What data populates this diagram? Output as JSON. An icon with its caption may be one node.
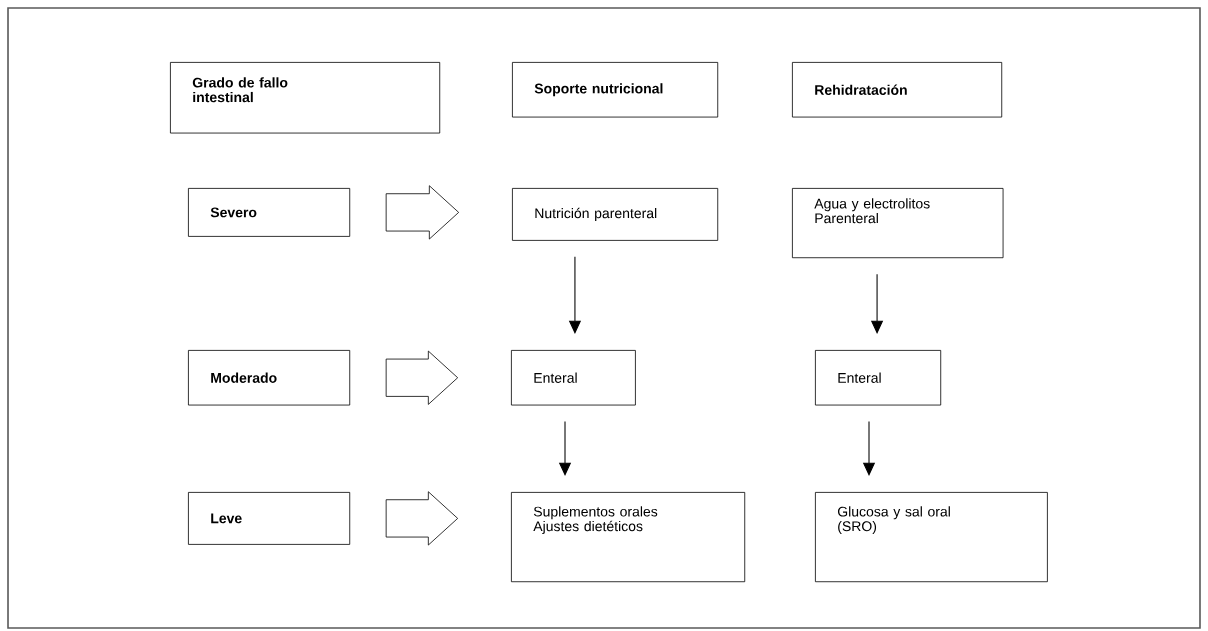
{
  "diagram": {
    "nodes": [
      {
        "text": [
          "Grado de fallo intestinal"
        ]
      },
      {
        "text": [
          "Soporte nutricional"
        ]
      },
      {
        "text": [
          "Rehidratación"
        ]
      },
      {
        "text": [
          "Severo"
        ]
      },
      {
        "text": [
          "Nutrición parenteral"
        ]
      },
      {
        "text": [
          "Agua y electrolitos Parenteral"
        ]
      },
      {
        "text": [
          "Moderado"
        ]
      },
      {
        "text": [
          "Enteral"
        ]
      },
      {
        "text": [
          "Enteral"
        ]
      },
      {
        "text": [
          "Leve"
        ]
      },
      {
        "text": [
          "Suplementos orales Ajustes dietéticos"
        ]
      },
      {
        "text": [
          "Glucosa y sal oral (SRO)"
        ]
      }
    ],
    "edges": [
      {
        "from": 3,
        "to": 4,
        "arrow": "to",
        "style": "thick"
      },
      {
        "from": 4,
        "to": 7,
        "arrow": "to"
      },
      {
        "from": 5,
        "to": 8,
        "arrow": "to"
      },
      {
        "from": 6,
        "to": 7,
        "arrow": "to",
        "style": "thick"
      },
      {
        "from": 7,
        "to": 10,
        "arrow": "to"
      },
      {
        "from": 8,
        "to": 11,
        "arrow": "to"
      },
      {
        "from": 9,
        "to": 10,
        "arrow": "to",
        "style": "thick"
      }
    ]
  }
}
